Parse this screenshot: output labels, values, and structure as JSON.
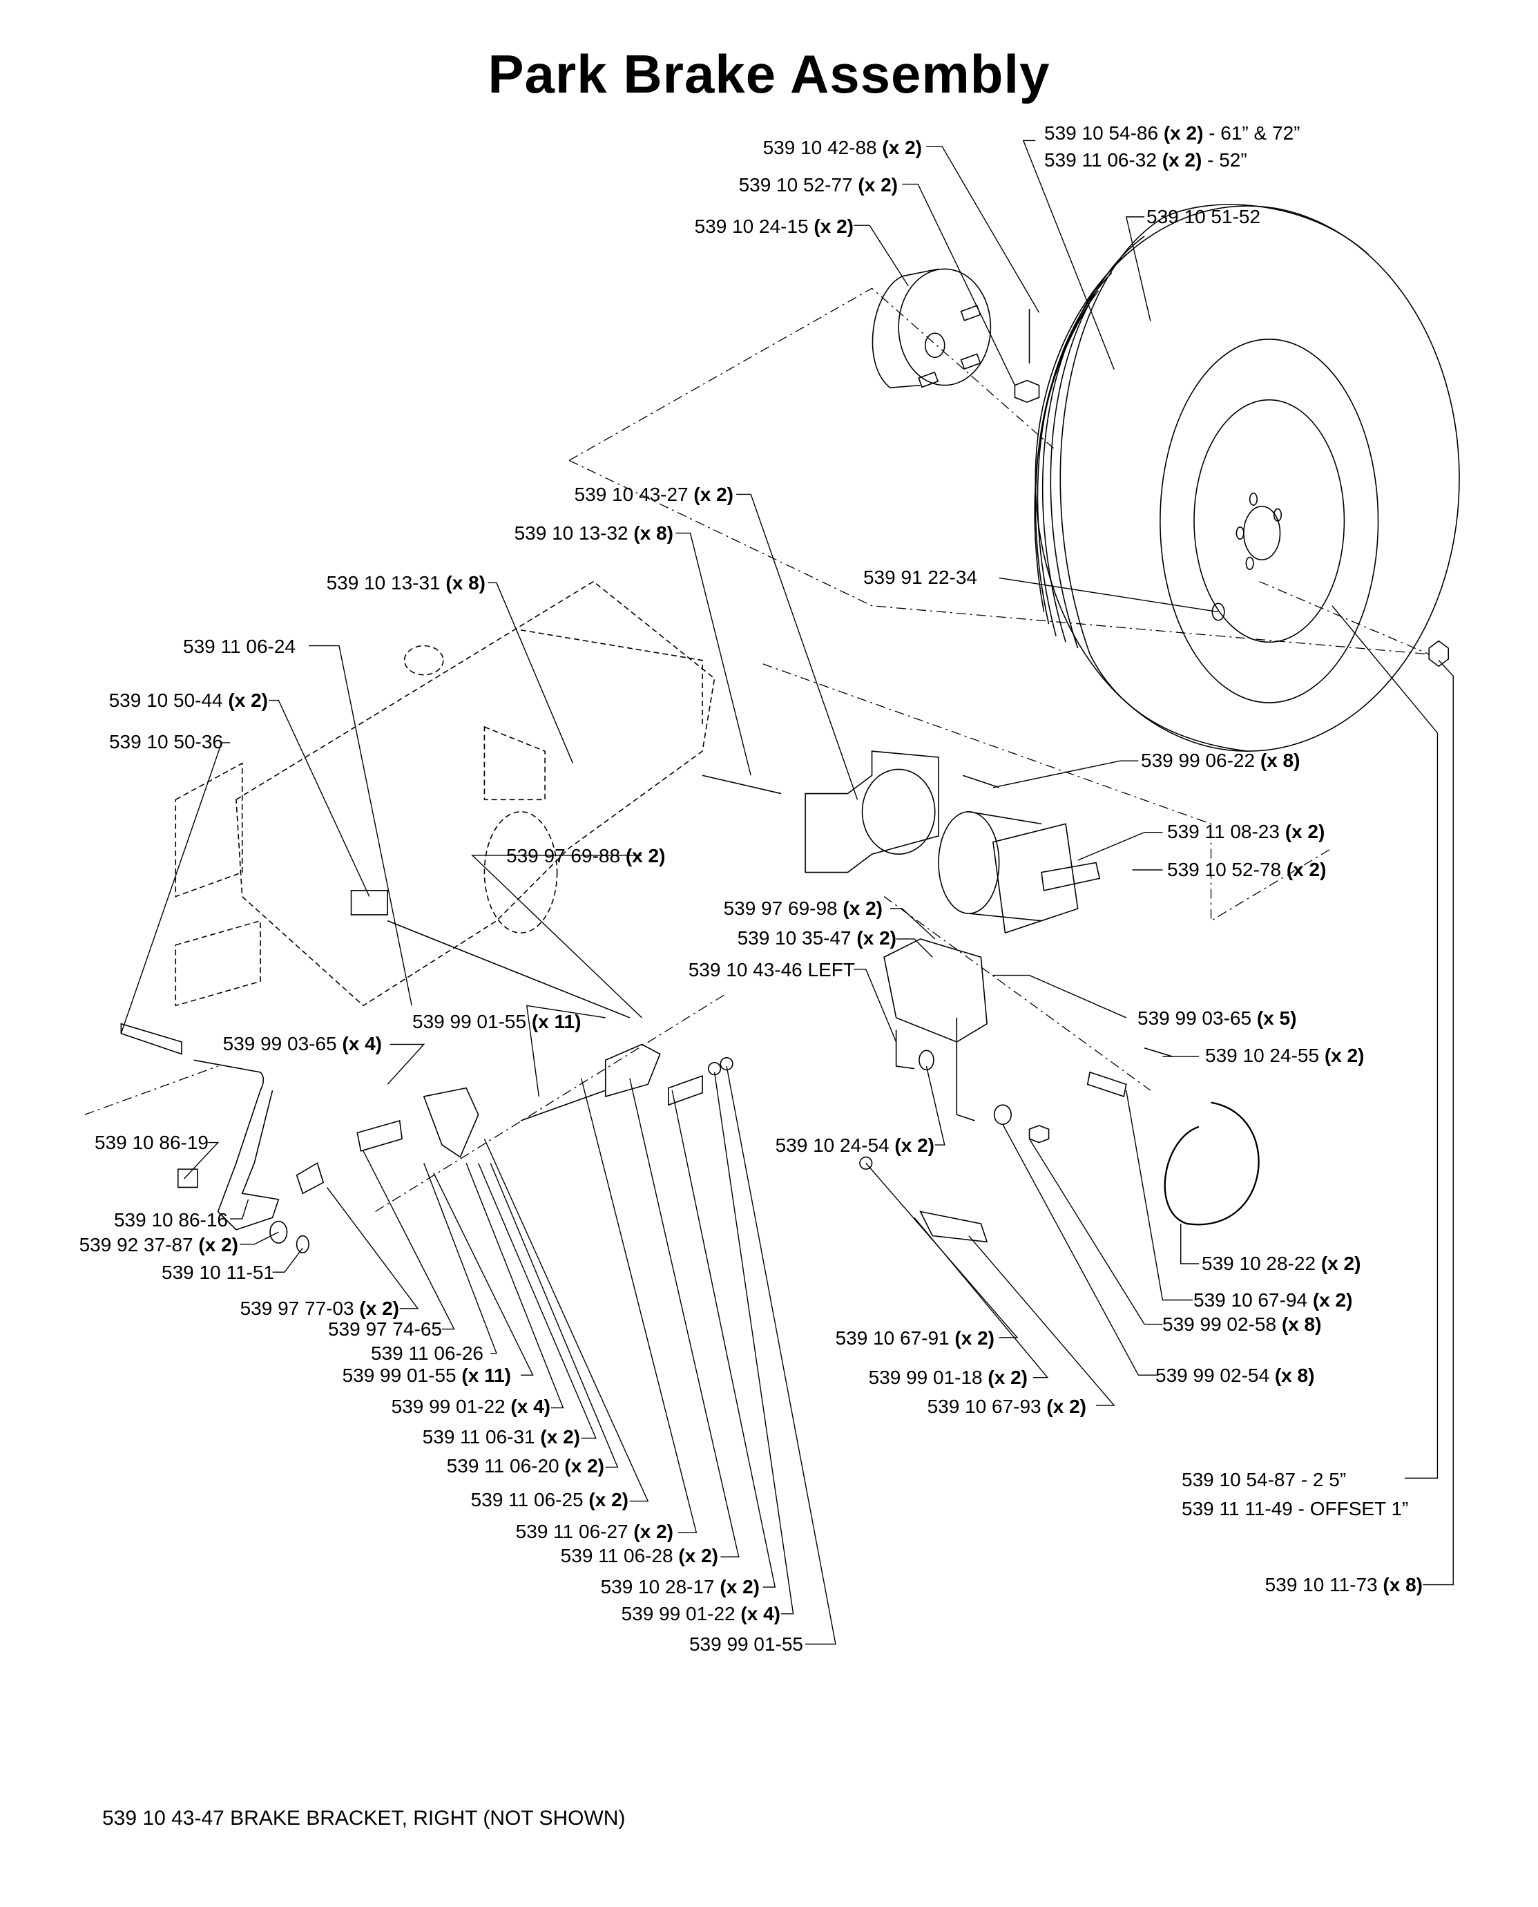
{
  "title": "Park Brake Assembly",
  "footnote": "539 10 43-47 BRAKE BRACKET, RIGHT (NOT SHOWN)",
  "labels": [
    {
      "part": "539 10 42-88",
      "qty": "(x 2)",
      "note": ""
    },
    {
      "part": "539 10 52-77",
      "qty": "(x 2)",
      "note": ""
    },
    {
      "part": "539 10 24-15",
      "qty": "(x 2)",
      "note": ""
    },
    {
      "part": "539 10 54-86",
      "qty": "(x 2)",
      "note": " - 61” & 72”"
    },
    {
      "part": "539 11 06-32",
      "qty": "(x 2)",
      "note": " - 52”"
    },
    {
      "part": "539 10 51-52",
      "qty": "",
      "note": ""
    },
    {
      "part": "539 10 43-27",
      "qty": "(x 2)",
      "note": ""
    },
    {
      "part": "539 10 13-32",
      "qty": "(x 8)",
      "note": ""
    },
    {
      "part": "539 91 22-34",
      "qty": "",
      "note": ""
    },
    {
      "part": "539 10 13-31",
      "qty": "(x 8)",
      "note": ""
    },
    {
      "part": "539 11 06-24",
      "qty": "",
      "note": ""
    },
    {
      "part": "539 10 50-44",
      "qty": "(x 2)",
      "note": ""
    },
    {
      "part": "539 10 50-36",
      "qty": "",
      "note": ""
    },
    {
      "part": "539 99 06-22",
      "qty": "(x 8)",
      "note": ""
    },
    {
      "part": "539 11 08-23",
      "qty": "(x 2)",
      "note": ""
    },
    {
      "part": "539 10 52-78",
      "qty": "(x 2)",
      "note": ""
    },
    {
      "part": "539 97 69-88",
      "qty": "(x 2)",
      "note": ""
    },
    {
      "part": "539 97 69-98",
      "qty": "(x 2)",
      "note": ""
    },
    {
      "part": "539 10 35-47",
      "qty": "(x 2)",
      "note": ""
    },
    {
      "part": "539 10 43-46 LEFT",
      "qty": "",
      "note": ""
    },
    {
      "part": "539 99 03-65",
      "qty": "(x 5)",
      "note": ""
    },
    {
      "part": "539 99 01-55",
      "qty": "(x 11)",
      "note": ""
    },
    {
      "part": "539 99 03-65",
      "qty": "(x 4)",
      "note": ""
    },
    {
      "part": "539 10 24-55",
      "qty": "(x 2)",
      "note": ""
    },
    {
      "part": "539 10 86-19",
      "qty": "",
      "note": ""
    },
    {
      "part": "539 10 24-54",
      "qty": "(x 2)",
      "note": ""
    },
    {
      "part": "539 10 86-16",
      "qty": "",
      "note": ""
    },
    {
      "part": "539 92 37-87",
      "qty": "(x 2)",
      "note": ""
    },
    {
      "part": "539 10 11-51",
      "qty": "",
      "note": ""
    },
    {
      "part": "539 10 28-22",
      "qty": "(x 2)",
      "note": ""
    },
    {
      "part": "539 10 67-94",
      "qty": "(x 2)",
      "note": ""
    },
    {
      "part": "539 99 02-58",
      "qty": "(x 8)",
      "note": ""
    },
    {
      "part": "539 97 77-03",
      "qty": "(x 2)",
      "note": ""
    },
    {
      "part": "539 97 74-65",
      "qty": "",
      "note": ""
    },
    {
      "part": "539 11 06-26",
      "qty": "",
      "note": ""
    },
    {
      "part": "539 99 01-55",
      "qty": "(x 11)",
      "note": ""
    },
    {
      "part": "539 10 67-91",
      "qty": "(x 2)",
      "note": ""
    },
    {
      "part": "539 99 01-18",
      "qty": "(x 2)",
      "note": ""
    },
    {
      "part": "539 99 02-54",
      "qty": "(x 8)",
      "note": ""
    },
    {
      "part": "539 99 01-22",
      "qty": "(x 4)",
      "note": ""
    },
    {
      "part": "539 10 67-93",
      "qty": "(x 2)",
      "note": ""
    },
    {
      "part": "539 11 06-31",
      "qty": "(x 2)",
      "note": ""
    },
    {
      "part": "539 11 06-20",
      "qty": "(x 2)",
      "note": ""
    },
    {
      "part": "539 11 06-25",
      "qty": "(x 2)",
      "note": ""
    },
    {
      "part": "539 10 54-87",
      "qty": "",
      "note": " - 2 5”"
    },
    {
      "part": "539 11 11-49",
      "qty": "",
      "note": " - OFFSET 1”"
    },
    {
      "part": "539 11 06-27",
      "qty": "(x 2)",
      "note": ""
    },
    {
      "part": "539 11 06-28",
      "qty": "(x 2)",
      "note": ""
    },
    {
      "part": "539 10 28-17",
      "qty": "(x 2)",
      "note": ""
    },
    {
      "part": "539 10 11-73",
      "qty": "(x 8)",
      "note": ""
    },
    {
      "part": "539 99 01-22",
      "qty": "(x 4)",
      "note": ""
    },
    {
      "part": "539 99 01-55",
      "qty": "",
      "note": ""
    }
  ]
}
